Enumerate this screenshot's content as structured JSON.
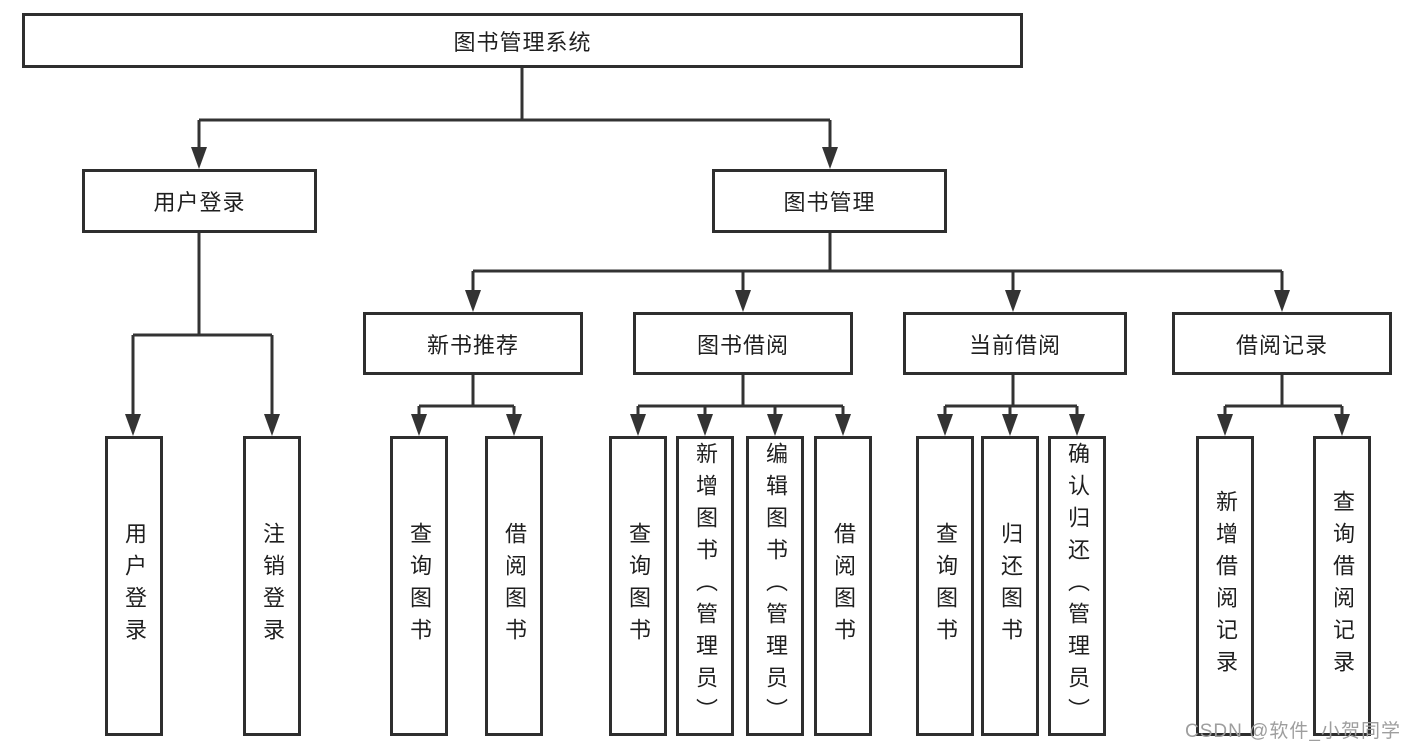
{
  "tree": {
    "root": {
      "label": "图书管理系统",
      "children": [
        {
          "label": "用户登录",
          "children": [
            {
              "label": "用户登录"
            },
            {
              "label": "注销登录"
            }
          ]
        },
        {
          "label": "图书管理",
          "children": [
            {
              "label": "新书推荐",
              "children": [
                {
                  "label": "查询图书"
                },
                {
                  "label": "借阅图书"
                }
              ]
            },
            {
              "label": "图书借阅",
              "children": [
                {
                  "label": "查询图书"
                },
                {
                  "label": "新增图书（管理员）"
                },
                {
                  "label": "编辑图书（管理员）"
                },
                {
                  "label": "借阅图书"
                }
              ]
            },
            {
              "label": "当前借阅",
              "children": [
                {
                  "label": "查询图书"
                },
                {
                  "label": "归还图书"
                },
                {
                  "label": "确认归还（管理员）"
                }
              ]
            },
            {
              "label": "借阅记录",
              "children": [
                {
                  "label": "新增借阅记录"
                },
                {
                  "label": "查询借阅记录"
                }
              ]
            }
          ]
        }
      ]
    }
  },
  "watermark": {
    "text": "CSDN @软件_小贺同学",
    "color": "#9e9e9e"
  },
  "colors": {
    "line": "#333333",
    "box_border": "#2e2e2e",
    "background": "#ffffff",
    "text": "#1f1f1f"
  }
}
